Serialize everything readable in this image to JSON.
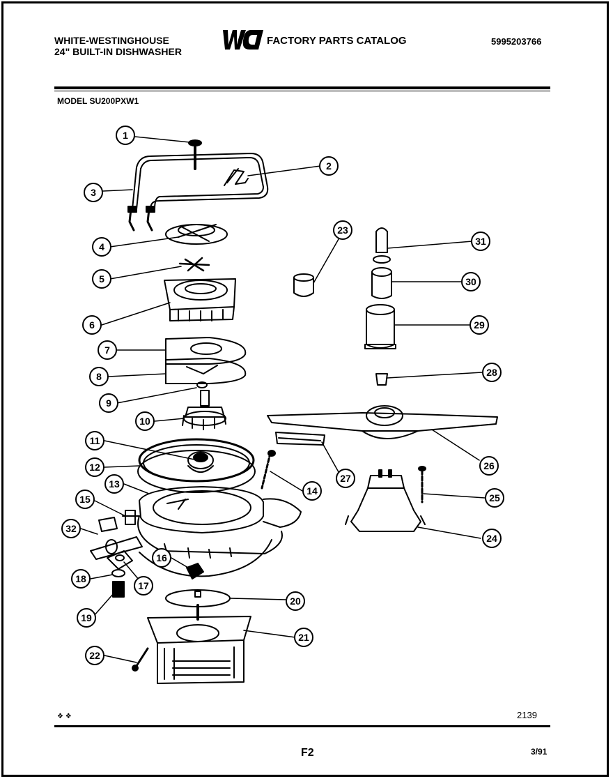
{
  "header": {
    "brand_line1": "WHITE-WESTINGHOUSE",
    "brand_line2": "24\" BUILT-IN DISHWASHER",
    "logo_text": "WCI",
    "catalog_title": "FACTORY PARTS CATALOG",
    "part_number": "5995203766"
  },
  "model": "MODEL SU200PXW1",
  "footer": {
    "mark": "❖ ❖",
    "diagram_code": "2139",
    "page_label": "F2",
    "date": "3/91"
  },
  "callouts": [
    "1",
    "2",
    "3",
    "4",
    "5",
    "6",
    "7",
    "8",
    "9",
    "10",
    "11",
    "12",
    "13",
    "14",
    "15",
    "16",
    "17",
    "18",
    "19",
    "20",
    "21",
    "22",
    "23",
    "24",
    "25",
    "26",
    "27",
    "28",
    "29",
    "30",
    "31",
    "32"
  ],
  "colors": {
    "ink": "#000000",
    "paper": "#ffffff"
  }
}
